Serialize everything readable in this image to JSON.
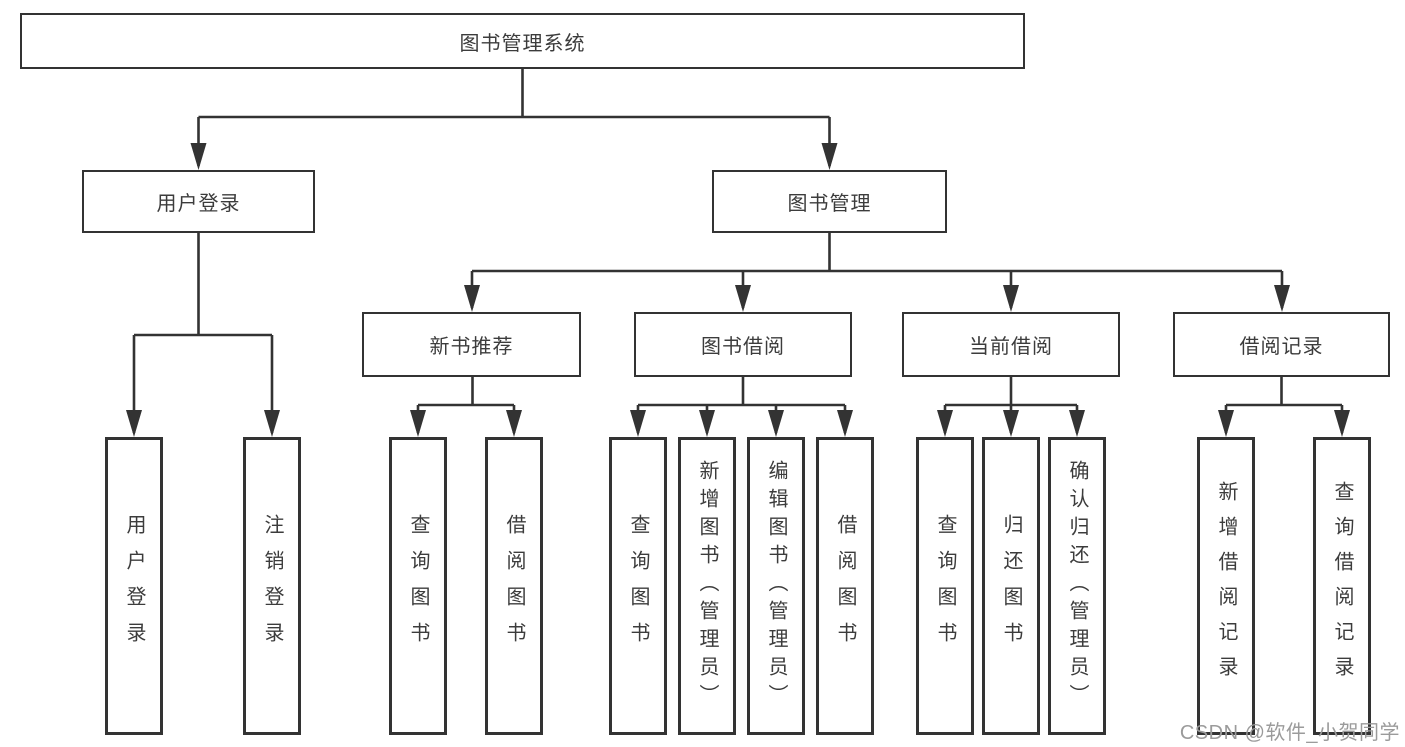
{
  "diagram": {
    "title_node": "图书管理系统",
    "tree": {
      "root": {
        "label": "图书管理系统",
        "children": [
          {
            "label": "用户登录",
            "children": [
              {
                "label": "用户登录"
              },
              {
                "label": "注销登录"
              }
            ]
          },
          {
            "label": "图书管理",
            "children": [
              {
                "label": "新书推荐",
                "children": [
                  {
                    "label": "查询图书"
                  },
                  {
                    "label": "借阅图书"
                  }
                ]
              },
              {
                "label": "图书借阅",
                "children": [
                  {
                    "label": "查询图书"
                  },
                  {
                    "label": "新增图书（管理员）"
                  },
                  {
                    "label": "编辑图书（管理员）"
                  },
                  {
                    "label": "借阅图书"
                  }
                ]
              },
              {
                "label": "当前借阅",
                "children": [
                  {
                    "label": "查询图书"
                  },
                  {
                    "label": "归还图书"
                  },
                  {
                    "label": "确认归还（管理员）"
                  }
                ]
              },
              {
                "label": "借阅记录",
                "children": [
                  {
                    "label": "新增借阅记录"
                  },
                  {
                    "label": "查询借阅记录"
                  }
                ]
              }
            ]
          }
        ]
      }
    },
    "colors": {
      "line": "#333333",
      "box_border": "#333333",
      "box_fill": "#ffffff",
      "text": "#3c3c3c",
      "background": "#ffffff",
      "watermark": "#9b9b9b"
    }
  },
  "watermark": {
    "text": "CSDN @软件_小贺同学"
  }
}
